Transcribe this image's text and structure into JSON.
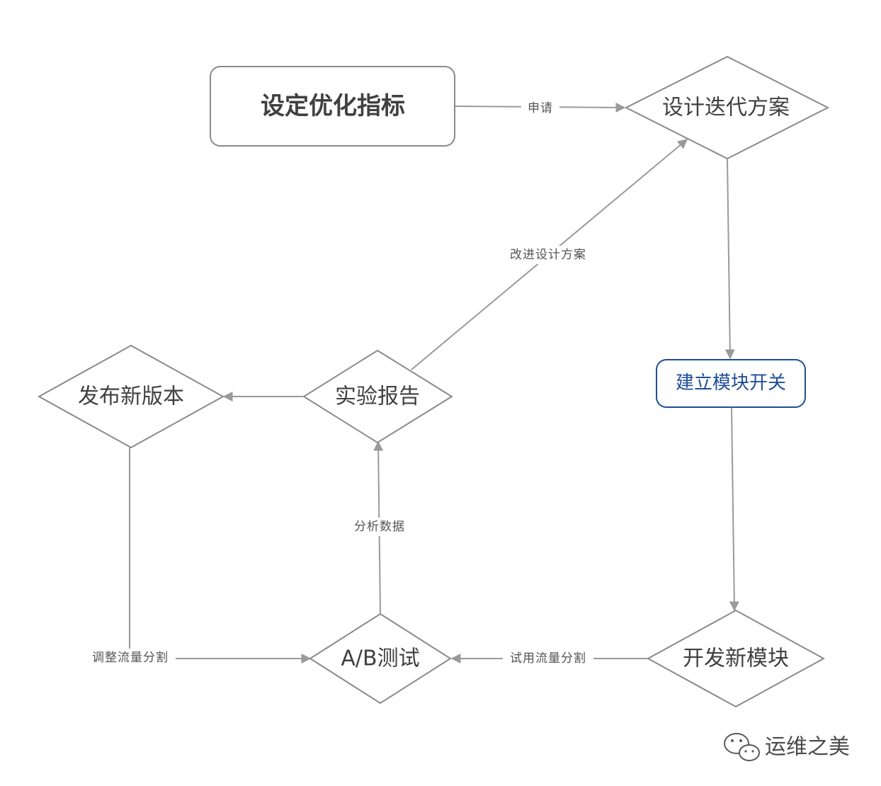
{
  "diagram": {
    "nodes": {
      "set_metrics": "设定优化指标",
      "design_plan": "设计迭代方案",
      "build_switch": "建立模块开关",
      "develop_module": "开发新模块",
      "ab_test": "A/B测试",
      "report": "实验报告",
      "release": "发布新版本"
    },
    "edge_labels": {
      "apply": "申请",
      "improve_design": "改进设计方案",
      "analyze_data": "分析数据",
      "trial_traffic": "试用流量分割",
      "adjust_traffic": "调整流量分割"
    }
  },
  "watermark": {
    "text": "运维之美",
    "icon": "wechat-icon"
  },
  "colors": {
    "edge": "#9a9a9a",
    "shape_border": "#8a8a8a",
    "highlight": "#1f4e97",
    "text": "#404040"
  }
}
